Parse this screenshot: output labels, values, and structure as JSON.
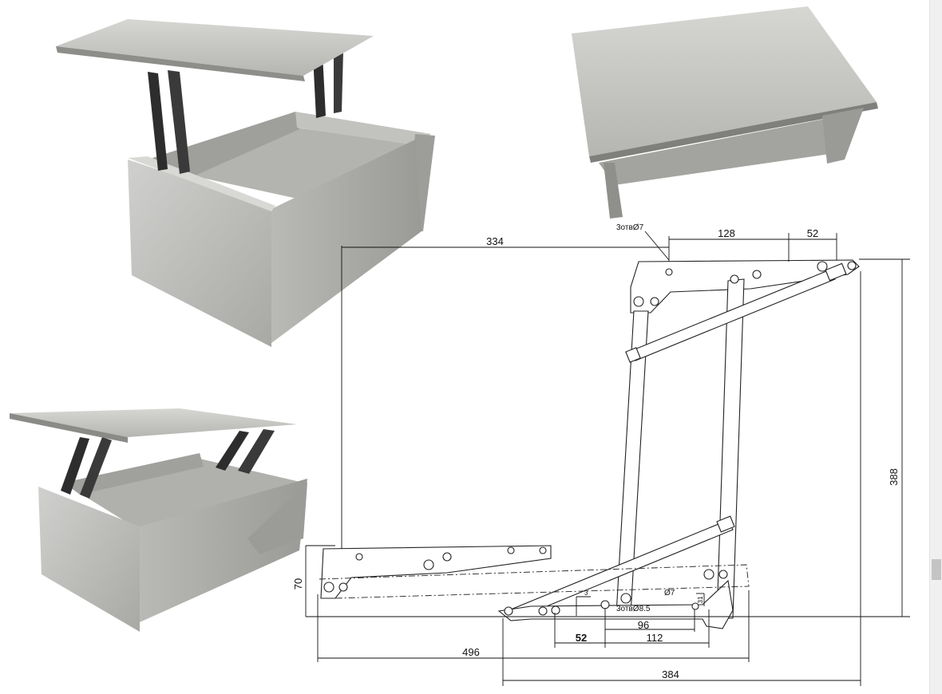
{
  "dimensions": {
    "top_width": "334",
    "top_hole_spacing": "128",
    "top_end": "52",
    "holes_top": "3отвØ7",
    "height_right": "388",
    "height_left": "70",
    "bottom_holes": "3отвØ8.5",
    "bottom_hole_d": "Ø7",
    "offset_small_a": "3",
    "offset_small_b": "31",
    "spacing_52": "52",
    "spacing_96": "96",
    "spacing_112": "112",
    "length_496": "496",
    "length_384": "384"
  },
  "colors": {
    "wood_light": "#c8c8c6",
    "wood_mid": "#a9a9a6",
    "wood_dark": "#8a8a87",
    "metal": "#2d2d2d",
    "scrollbar": "#c4c4c4"
  },
  "scrollbar": {
    "thumb_position_fraction": 0.83
  }
}
